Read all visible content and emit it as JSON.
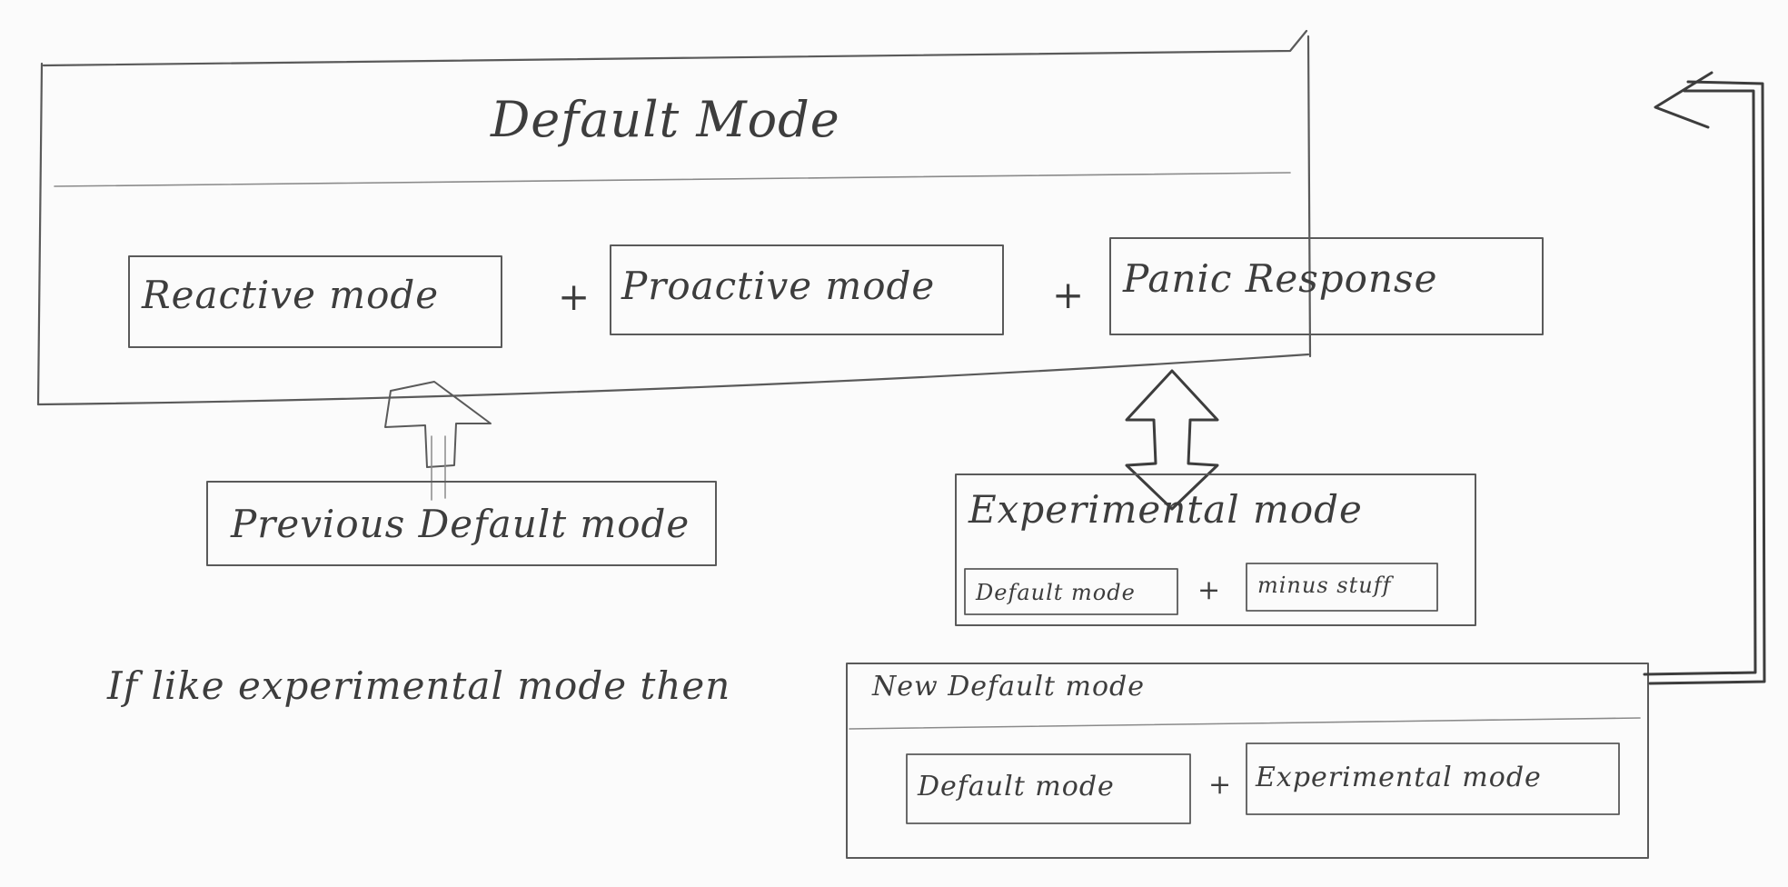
{
  "diagram": {
    "default_mode": {
      "title": "Default Mode",
      "components": [
        "Reactive mode",
        "Proactive mode",
        "Panic Response"
      ],
      "operator": "+"
    },
    "previous_default": {
      "label": "Previous Default mode"
    },
    "experimental": {
      "title": "Experimental mode",
      "components": [
        "Default mode",
        "minus stuff"
      ],
      "operator": "+"
    },
    "condition_text": "If like experimental mode then",
    "new_default": {
      "title": "New Default mode",
      "components": [
        "Default mode",
        "Experimental mode"
      ],
      "operator": "+"
    }
  }
}
